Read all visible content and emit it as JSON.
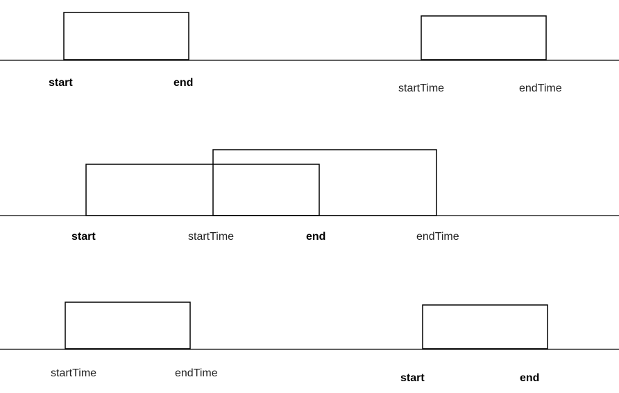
{
  "diagram": {
    "rows": [
      {
        "name": "no-overlap-after",
        "labels": {
          "start": "start",
          "end": "end",
          "start_time": "startTime",
          "end_time": "endTime"
        }
      },
      {
        "name": "overlap",
        "labels": {
          "start": "start",
          "start_time": "startTime",
          "end": "end",
          "end_time": "endTime"
        }
      },
      {
        "name": "no-overlap-before",
        "labels": {
          "start_time": "startTime",
          "end_time": "endTime",
          "start": "start",
          "end": "end"
        }
      }
    ]
  },
  "colors": {
    "stroke": "#000000",
    "background": "#ffffff",
    "text": "#222222"
  }
}
